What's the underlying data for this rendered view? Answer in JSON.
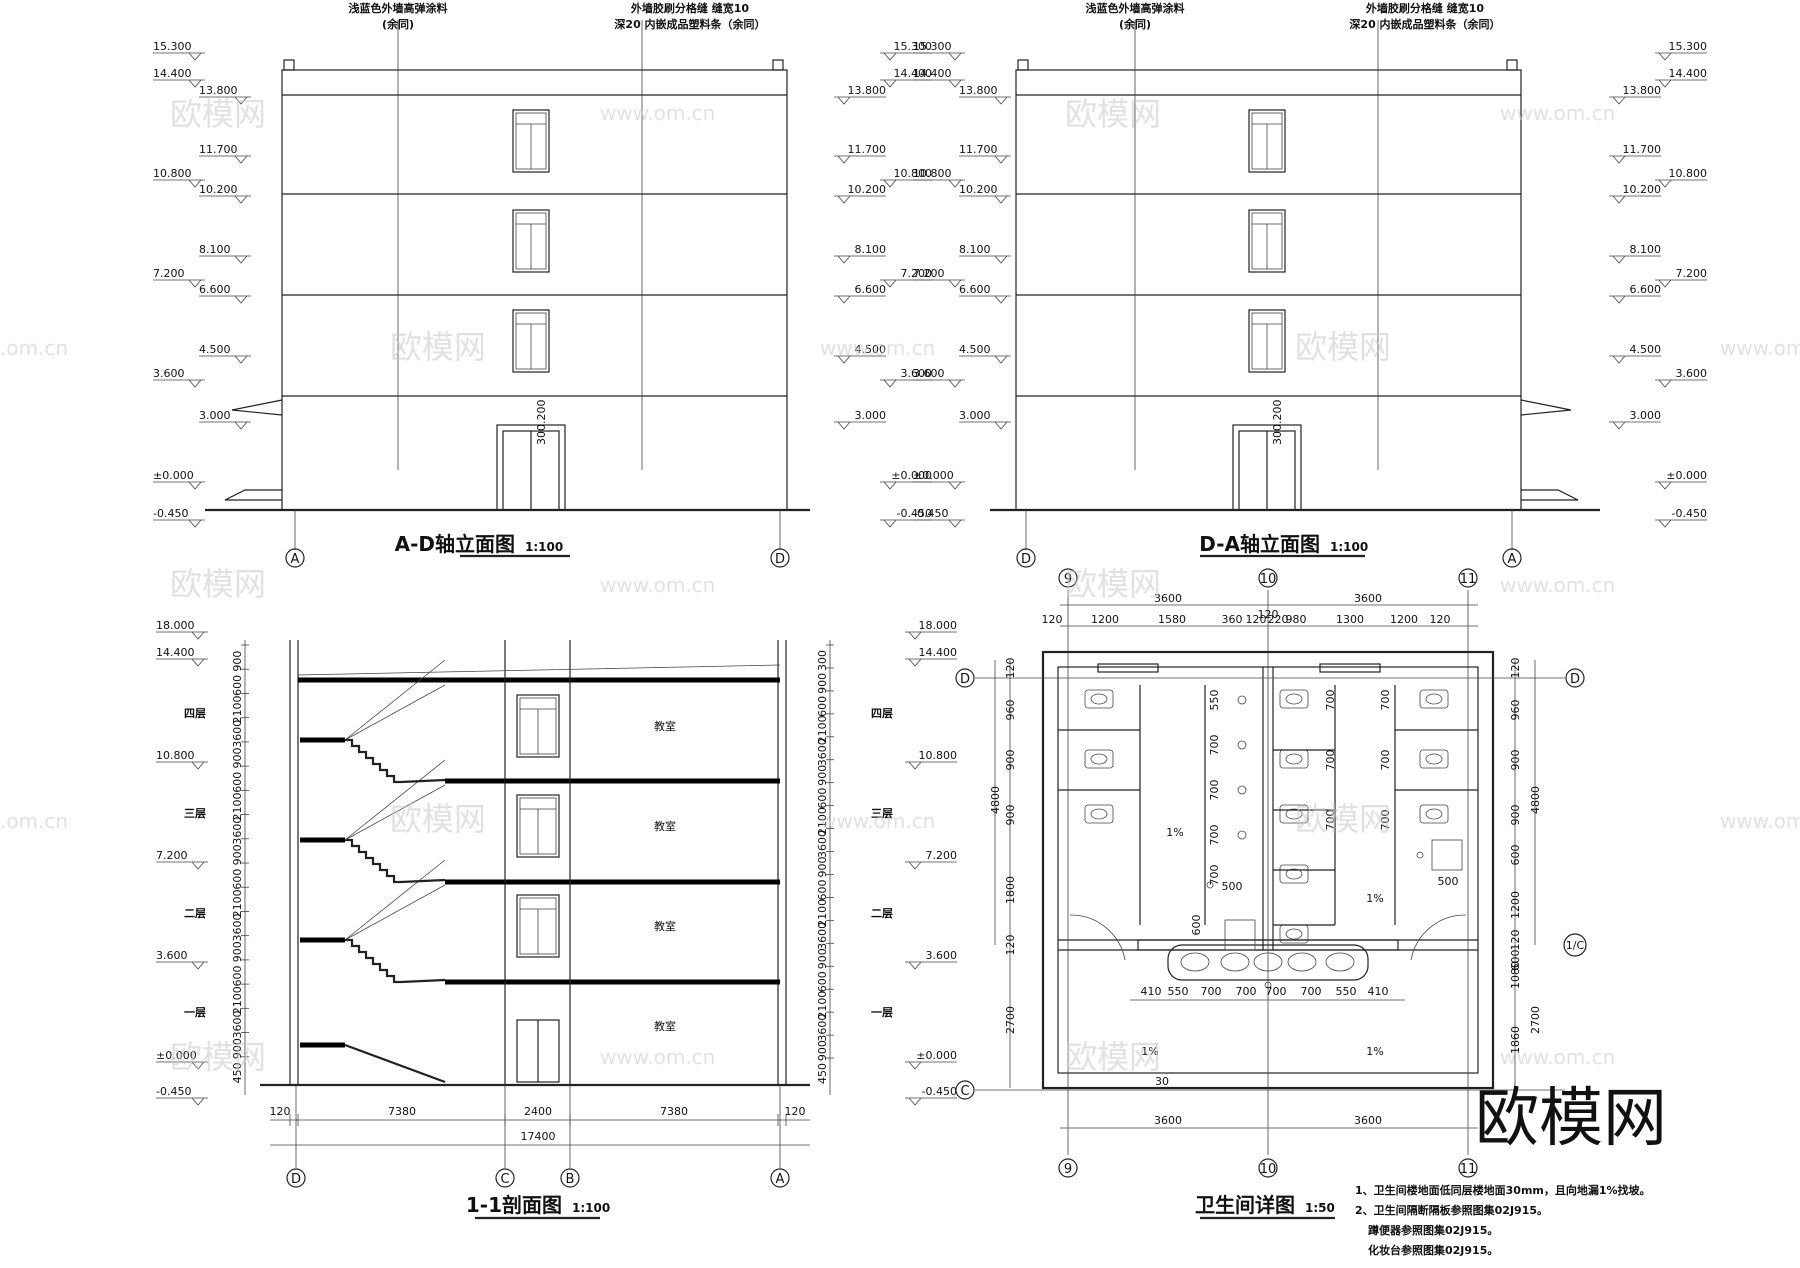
{
  "elev1": {
    "title": "A-D轴立面图",
    "scale": "1:100",
    "axis_left": "A",
    "axis_right": "D",
    "note_left": "浅蓝色外墙高弹涂料",
    "note_left_sub": "(余同)",
    "note_right": "外墙胶刷分格缝 缝宽10",
    "note_right_sub": "深20 内嵌成品塑料条（余同）",
    "door_label": "300.200"
  },
  "elev2": {
    "title": "D-A轴立面图",
    "scale": "1:100",
    "axis_left": "D",
    "axis_right": "A",
    "note_left": "浅蓝色外墙高弹涂料",
    "note_left_sub": "(余同)",
    "note_right": "外墙胶刷分格缝 缝宽10",
    "note_right_sub": "深20 内嵌成品塑料条（余同）",
    "door_label": "300.200"
  },
  "levels_left": [
    "15.300",
    "14.400",
    "13.800",
    "11.700",
    "10.800",
    "10.200",
    "8.100",
    "7.200",
    "6.600",
    "4.500",
    "3.600",
    "3.000",
    "±0.000",
    "-0.450"
  ],
  "levels_right": [
    "15.300",
    "14.400",
    "13.800",
    "11.700",
    "10.800",
    "10.200",
    "8.100",
    "7.200",
    "6.600",
    "4.500",
    "3.600",
    "3.000",
    "±0.000",
    "-0.450"
  ],
  "section": {
    "title": "1-1剖面图",
    "scale": "1:100",
    "floors": [
      "四层",
      "三层",
      "二层",
      "一层"
    ],
    "room": "教室",
    "levels_left": [
      "18.000",
      "14.400",
      "10.800",
      "7.200",
      "3.600",
      "±0.000",
      "-0.450"
    ],
    "levels_right": [
      "18.000",
      "14.400",
      "10.800",
      "7.200",
      "3.600",
      "±0.000",
      "-0.450"
    ],
    "vdims_left": [
      "900",
      "600",
      "2100",
      "3600",
      "900",
      "600",
      "2100",
      "3600",
      "900",
      "600",
      "2100",
      "3600",
      "900",
      "600",
      "2100",
      "3600",
      "900",
      "450"
    ],
    "vdims_right": [
      "300",
      "900",
      "600",
      "2100",
      "3600",
      "900",
      "600",
      "2100",
      "3600",
      "900",
      "600",
      "2100",
      "3600",
      "900",
      "600",
      "2100",
      "3600",
      "900",
      "450"
    ],
    "hdims": [
      "120",
      "7380",
      "2400",
      "7380",
      "120"
    ],
    "total": "17400",
    "axes": [
      "D",
      "C",
      "B",
      "A"
    ]
  },
  "toilet": {
    "title": "卫生间详图",
    "scale": "1:50",
    "axes_top": [
      "9",
      "10",
      "11"
    ],
    "axes_left": [
      "D",
      "C"
    ],
    "axis_mid": "1/C",
    "top_dims_major": [
      "3600",
      "3600"
    ],
    "top_dims_minor": [
      "120",
      "1200",
      "1580",
      "360",
      "120",
      "220",
      "980",
      "1300",
      "1200",
      "120"
    ],
    "top_small": "120",
    "left_dims": [
      "120",
      "960",
      "900",
      "900",
      "1800",
      "120",
      "2700"
    ],
    "left_total": "4800",
    "right_dims": [
      "120",
      "960",
      "900",
      "900",
      "600",
      "1200",
      "120",
      "600",
      "1080",
      "2700",
      "1860"
    ],
    "right_total": "4800",
    "inner_dims": [
      "550",
      "700",
      "700",
      "700",
      "700"
    ],
    "sink_dims": [
      "410",
      "550",
      "700",
      "700",
      "700",
      "700",
      "550",
      "410"
    ],
    "bottom_dims": [
      "3600",
      "3600"
    ],
    "slope": "1%",
    "small_500": "500",
    "small_600": "600",
    "small_30": "30",
    "notes": [
      "1、卫生间楼地面低同层楼地面30mm，且向地漏1%找坡。",
      "2、卫生间隔断隔板参照图集02J915。",
      "蹲便器参照图集02J915。",
      "化妆台参照图集02J915。"
    ]
  },
  "watermark": {
    "cn": "欧模网",
    "url": "www.om.cn",
    "dom": ".om.cn"
  }
}
